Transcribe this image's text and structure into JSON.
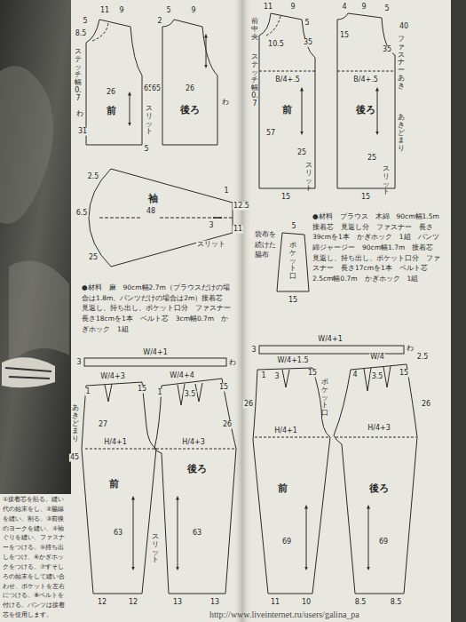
{
  "diagram": {
    "labels": [
      "11",
      "9",
      "5",
      "8.5",
      "ステッチ幅0.7",
      "26",
      "65",
      "前",
      "わ",
      "31",
      "スリット",
      "5",
      "5",
      "9",
      "2",
      "65",
      "後ろ",
      "わ",
      "26",
      "2.5",
      "袖",
      "48",
      "6.5",
      "25",
      "1",
      "12.5",
      "3",
      "スリット",
      "11",
      "●材料　麻　90cm幅2.7m（ブラウスだけの場合は1.8m、パンツだけの場合は2m）接着芯　見返し、持ち出し、ポケット口分　ファスナー　長さ18cmを1本　ベルト芯　3cm幅0.7m　かぎホック　1組",
      "3",
      "W/4+1",
      "わ",
      "W/4+3",
      "1",
      "15",
      "W/4+4",
      "1",
      "3.5",
      "15",
      "あきどまり",
      "27",
      "26",
      "H/4+1",
      "H/4+3",
      "45",
      "前",
      "後ろ",
      "63",
      "63",
      "スリット",
      "12",
      "12",
      "13",
      "13",
      "11",
      "9",
      "前中央",
      "10.5",
      "5",
      "35",
      "ステッチ幅0.7",
      "B/4+.5",
      "前",
      "57",
      "25",
      "スリット",
      "15",
      "4",
      "9",
      "5",
      "15",
      "40",
      "ファスナーあき",
      "35",
      "B/4+.5",
      "後ろ",
      "あきどまり",
      "25",
      "スリット",
      "15",
      "袋布を続けた脇布",
      "5",
      "ポケット口",
      "15",
      "●材料　ブラウス　木綿　90cm幅1.5m　接着芯　見返し分　ファスナー　長さ39cmを1本　かぎホック　1組　パンツ　綿ジャージー　90cm幅1.7m　接着芯　見返し、持ち出し、ポケット口分　ファスナー　長さ17cmを1本　ベルト芯　2.5cm幅0.7m　かぎホック　1組",
      "3",
      "W/4+1",
      "わ",
      "2.5",
      "W/4+1.5",
      "1",
      "3",
      "15",
      "ポケット口",
      "26",
      "W/4",
      "4",
      "3.5",
      "15",
      "26",
      "H/4+1",
      "H/4+3",
      "前",
      "後ろ",
      "69",
      "69",
      "11",
      "10",
      "8.5",
      "8.5",
      "①接着芯を貼る。縫い代の始末をし、②脇線を縫い、割る。③前後のヨークを縫い、④袖ぐりを縫い、ファスナーをつける。⑤持ち出しをつけ、⑥かぎホックをつける。⑦すそしろの始末をして縫い合わせ、ポケットを左右につける。⑧ベルトを付ける。パンツは接着芯を使用します。",
      "http://www.liveinternet.ru/users/galina_pa"
    ]
  }
}
